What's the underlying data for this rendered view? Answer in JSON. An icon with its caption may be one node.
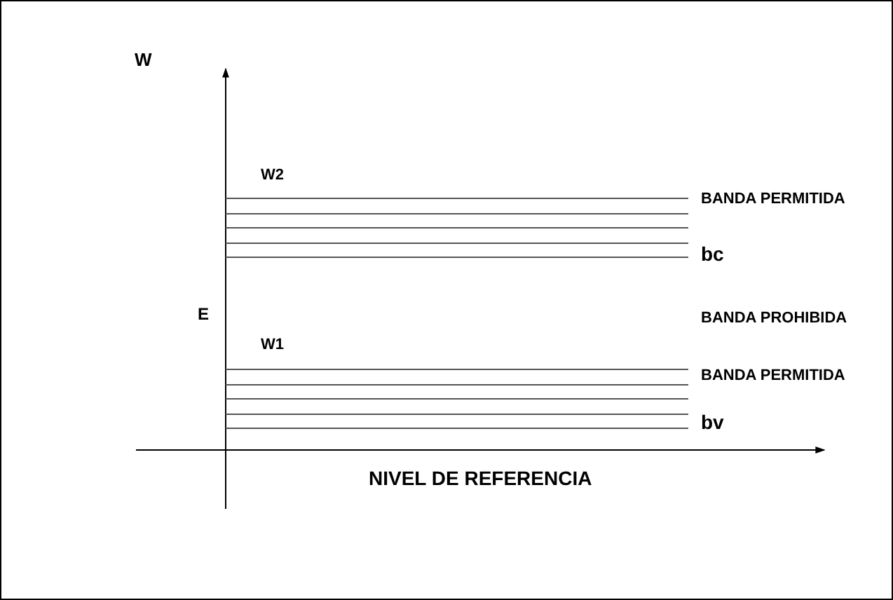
{
  "diagram": {
    "labels": [
      "W",
      "W2",
      "BANDA PERMITIDA",
      "bc",
      "E",
      "BANDA PROHIBIDA",
      "W1",
      "BANDA PERMITIDA",
      "bv",
      "NIVEL DE REFERENCIA"
    ]
  }
}
